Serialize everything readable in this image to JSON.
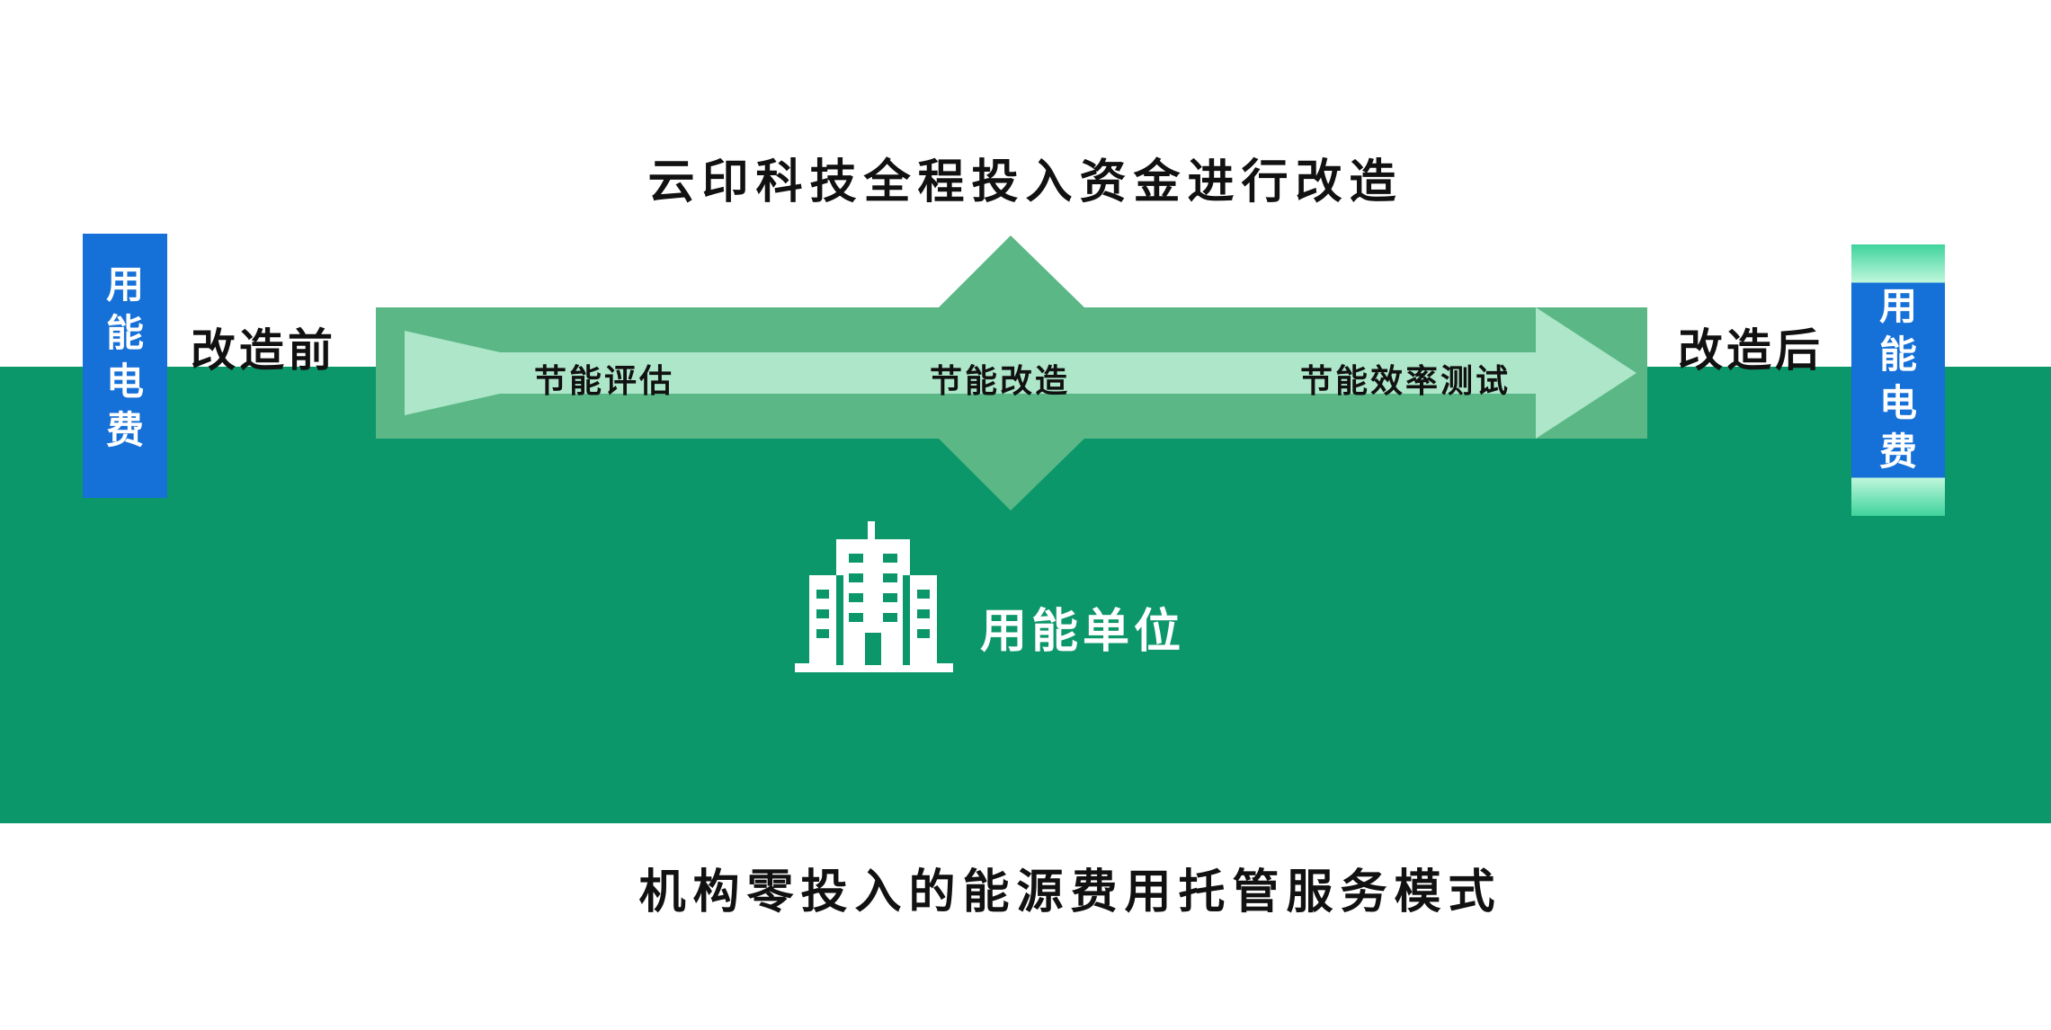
{
  "title_top": "云印科技全程投入资金进行改造",
  "title_bottom": "机构零投入的能源费用托管服务模式",
  "before": {
    "box_chars": [
      "用",
      "能",
      "电",
      "费"
    ],
    "label": "改造前"
  },
  "after": {
    "box_chars": [
      "用",
      "能",
      "电",
      "费"
    ],
    "label": "改造后"
  },
  "stages": [
    "节能评估",
    "节能改造",
    "节能效率测试"
  ],
  "unit": {
    "label": "用能单位",
    "icon": "building-icon"
  },
  "colors": {
    "green_band": "#0c976a",
    "arrow_outer": "#5bb886",
    "arrow_inner": "#ade6c9",
    "box_blue": "#1570d8"
  }
}
